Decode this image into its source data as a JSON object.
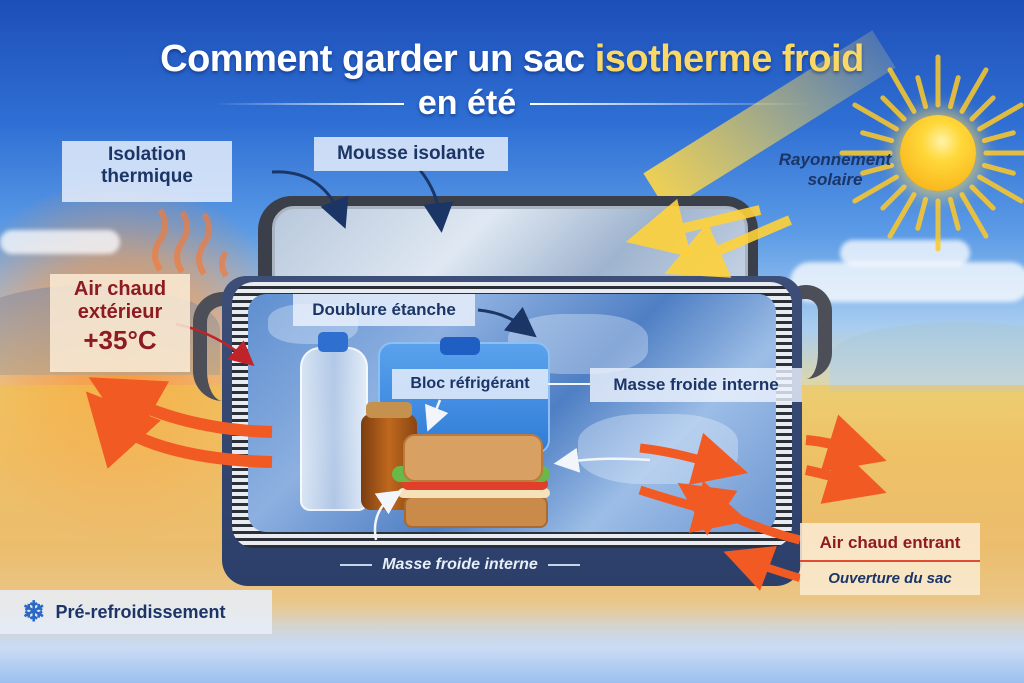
{
  "title": {
    "main_prefix": "Comment garder un sac",
    "main_accent": "isotherme froid",
    "subtitle": "en été"
  },
  "colors": {
    "sky_blue": "#2f6fd4",
    "title_accent": "#f9d867",
    "label_navy": "#1b3566",
    "label_warm_red": "#8e1a22",
    "heat_arrow": "#f25a24",
    "sun_yellow": "#ffd83a"
  },
  "labels": {
    "isolation_thermique": {
      "line1": "Isolation",
      "line2": "thermique"
    },
    "mousse_isolante": "Mousse isolante",
    "rayonnement_solaire": {
      "line1": "Rayonnement",
      "line2": "solaire"
    },
    "air_chaud_exterieur": {
      "line1": "Air chaud",
      "line2": "extérieur",
      "temperature": "+35°C"
    },
    "doublure_etanche": "Doublure étanche",
    "bloc_refrigerant": "Bloc réfrigérant",
    "masse_froide_interne_right": "Masse froide interne",
    "masse_froide_interne_bottom": "Masse froide interne",
    "air_chaud_entrant": "Air chaud entrant",
    "ouverture_du_sac": "Ouverture du sac",
    "pre_refroidissement": "Pré-refroidissement"
  },
  "icons": {
    "snowflake": "❄",
    "sun": "sun-icon",
    "heat_waves": "heat-wave-icon"
  },
  "illustration": {
    "items": [
      "bouteille d'eau",
      "bloc réfrigérant",
      "bocal",
      "sandwich"
    ]
  }
}
